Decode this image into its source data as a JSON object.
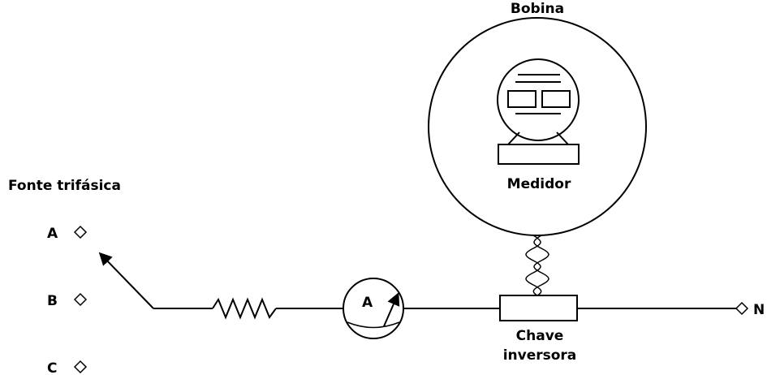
{
  "labels": {
    "coil": "Bobina",
    "source": "Fonte trifásica",
    "terminal_a": "A",
    "terminal_b": "B",
    "terminal_c": "C",
    "meter": "Medidor",
    "ammeter": "A",
    "switch_line1": "Chave",
    "switch_line2": "inversora",
    "neutral": "N"
  },
  "colors": {
    "stroke": "#000000",
    "background": "#ffffff"
  }
}
